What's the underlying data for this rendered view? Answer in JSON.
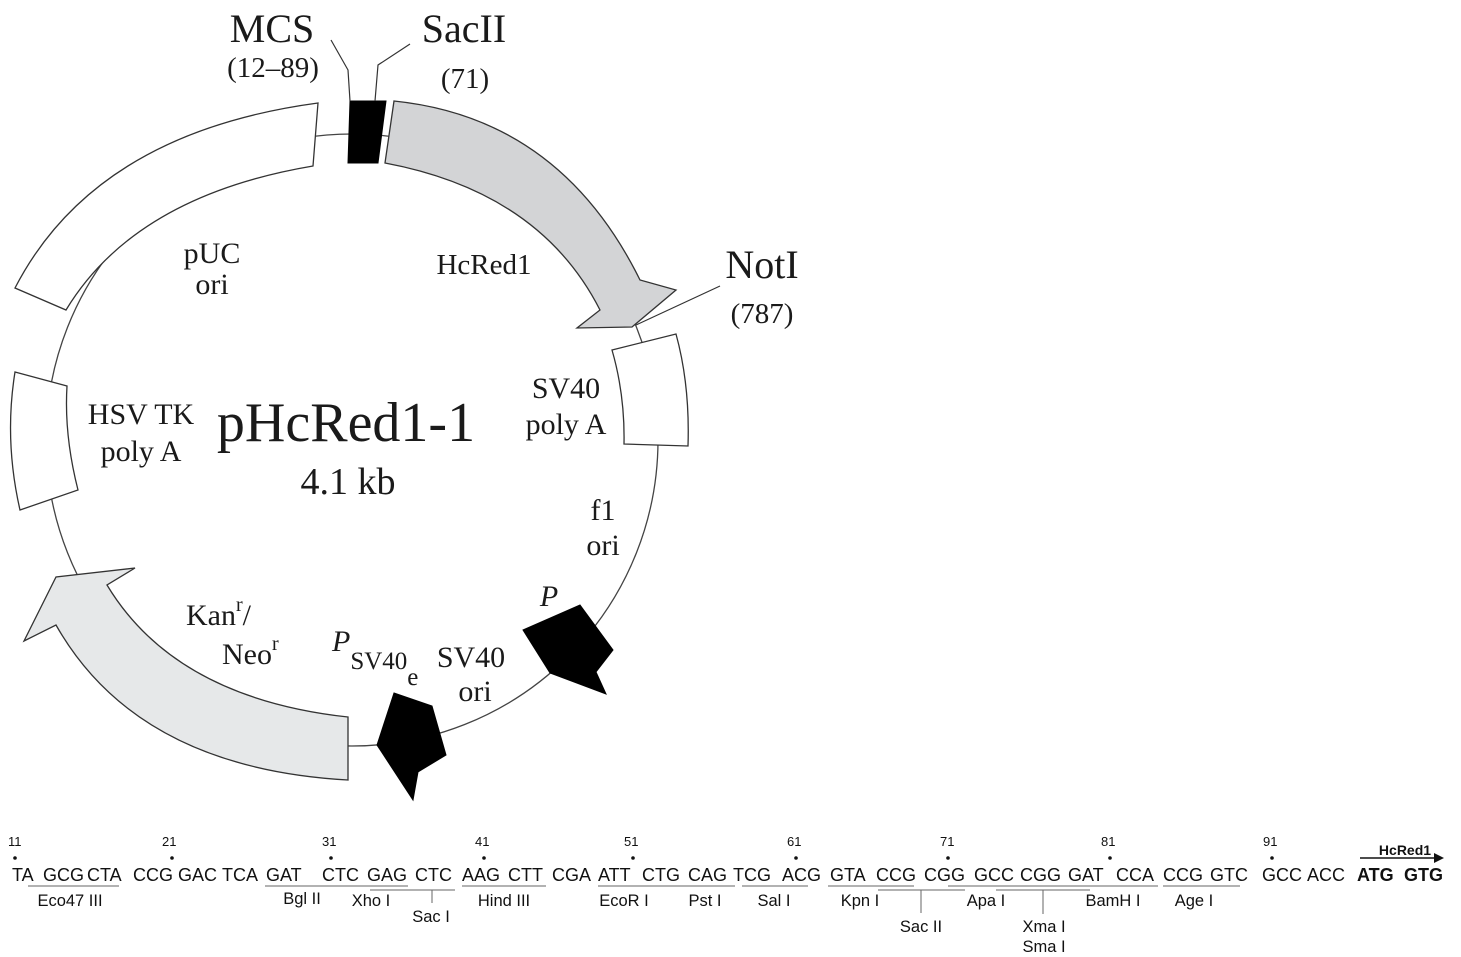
{
  "plasmid": {
    "name": "pHcRed1-1",
    "size": "4.1 kb"
  },
  "callouts": {
    "mcs": {
      "label": "MCS",
      "range": "(12–89)"
    },
    "sacii": {
      "label": "SacII",
      "position": "(71)"
    },
    "noti": {
      "label": "NotI",
      "position": "(787)"
    }
  },
  "features": {
    "hcred1": "HcRed1",
    "puc_ori": [
      "pUC",
      "ori"
    ],
    "sv40_polya": [
      "SV40",
      "poly A"
    ],
    "hsv_tk_polya": [
      "HSV TK",
      "poly A"
    ],
    "f1_ori": [
      "f1",
      "ori"
    ],
    "kan_neo": {
      "kan": "Kan",
      "kan_sup": "r",
      "slash": "/",
      "neo": "Neo",
      "neo_sup": "r"
    },
    "p_sv40e": {
      "p": "P",
      "sub": "SV40",
      "sub2": "e"
    },
    "sv40_ori": [
      "SV40",
      "ori"
    ],
    "p_label": "P"
  },
  "sequence": {
    "codons": [
      "TA",
      "GCG",
      "CTA",
      "CCG",
      "GAC",
      "TCA",
      "GAT",
      "CTC",
      "GAG",
      "CTC",
      "AAG",
      "CTT",
      "CGA",
      "ATT",
      "CTG",
      "CAG",
      "TCG",
      "ACG",
      "GTA",
      "CCG",
      "CGG",
      "GCC",
      "CGG",
      "GAT",
      "CCA",
      "CCG",
      "GTC",
      "GCC",
      "ACC"
    ],
    "start_codons": [
      "ATG",
      "GTG"
    ],
    "position_numbers": [
      "11",
      "21",
      "31",
      "41",
      "51",
      "61",
      "71",
      "81",
      "91"
    ],
    "gene_label": "HcRed1",
    "enzymes": [
      "Eco47 III",
      "Bgl II",
      "Xho I",
      "Sac I",
      "Hind III",
      "EcoR I",
      "Pst I",
      "Sal I",
      "Kpn I",
      "Sac II",
      "Apa I",
      "Xma I",
      "Sma I",
      "BamH I",
      "Age I"
    ]
  },
  "colors": {
    "hcred_arrow": "#d3d4d6",
    "kan_arrow": "#e6e8e9",
    "promoter": "#000000",
    "outline": "#333333"
  }
}
